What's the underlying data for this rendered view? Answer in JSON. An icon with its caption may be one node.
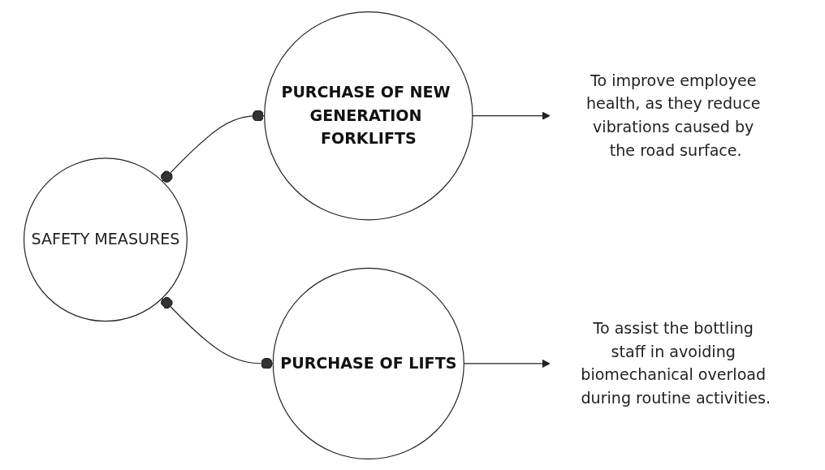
{
  "diagram": {
    "nodes": [
      {
        "text": [
          "SAFETY MEASURES"
        ]
      },
      {
        "text": [
          "PURCHASE OF NEW GENERATION FORKLIFTS"
        ]
      },
      {
        "text": [
          "PURCHASE OF LIFTS"
        ]
      },
      {
        "text": [
          "To improve employee health, as they reduce vibrations caused by the road surface."
        ]
      },
      {
        "text": [
          "To assist the bottling staff in avoiding biomechanical overload during routine activities."
        ]
      }
    ],
    "edges": [
      {
        "from": 0,
        "to": 1,
        "arrow": "other"
      },
      {
        "from": 0,
        "to": 2,
        "arrow": "other"
      },
      {
        "from": 1,
        "to": 3,
        "arrow": "to"
      },
      {
        "from": 2,
        "to": 4,
        "arrow": "to"
      }
    ]
  }
}
